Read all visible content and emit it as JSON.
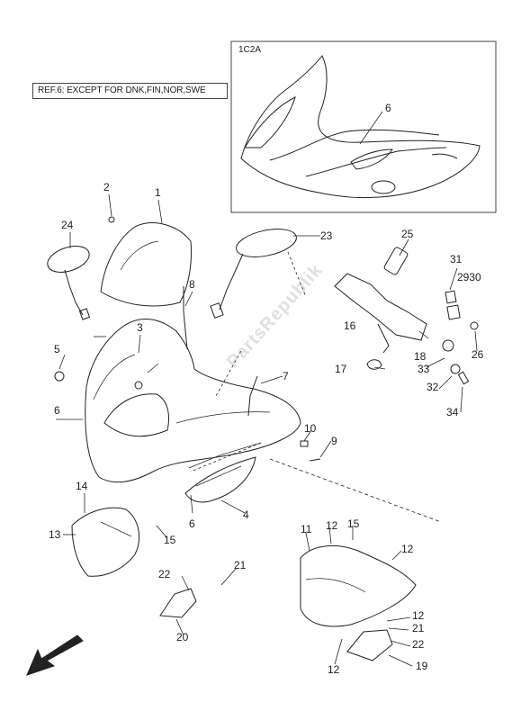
{
  "reference_note": "REF.6: EXCEPT FOR DNK,FIN,NOR,SWE",
  "inset_label": "1C2A",
  "watermark": "PartsRepublik",
  "callouts": {
    "c1": "1",
    "c2": "2",
    "c3": "3",
    "c4": "4",
    "c5": "5",
    "c6": "6",
    "c7": "7",
    "c8": "8",
    "c9": "9",
    "c10": "10",
    "c11": "11",
    "c12": "12",
    "c13": "13",
    "c14": "14",
    "c15": "15",
    "c16": "16",
    "c17": "17",
    "c18": "18",
    "c19": "19",
    "c20": "20",
    "c21": "21",
    "c22": "22",
    "c23": "23",
    "c24": "24",
    "c25": "25",
    "c26": "26",
    "c2930": "2930",
    "c31": "31",
    "c32": "32",
    "c33": "33",
    "c34": "34"
  }
}
